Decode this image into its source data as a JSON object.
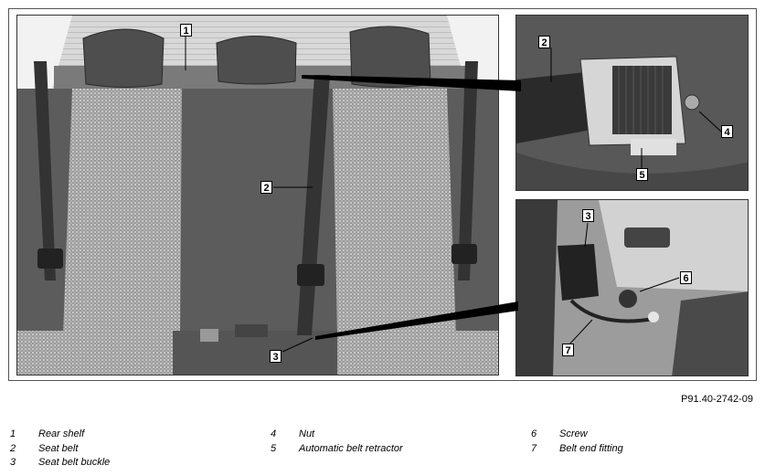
{
  "callouts": {
    "main_1": "1",
    "main_2": "2",
    "main_3": "3",
    "top_2": "2",
    "top_4": "4",
    "top_5": "5",
    "bottom_3": "3",
    "bottom_6": "6",
    "bottom_7": "7"
  },
  "figure_code": "P91.40-2742-09",
  "legend": [
    {
      "num": "1",
      "text": "Rear shelf"
    },
    {
      "num": "2",
      "text": "Seat belt"
    },
    {
      "num": "3",
      "text": "Seat belt buckle"
    },
    {
      "num": "4",
      "text": "Nut"
    },
    {
      "num": "5",
      "text": "Automatic belt retractor"
    },
    {
      "num": "6",
      "text": "Screw"
    },
    {
      "num": "7",
      "text": "Belt end fitting"
    }
  ]
}
